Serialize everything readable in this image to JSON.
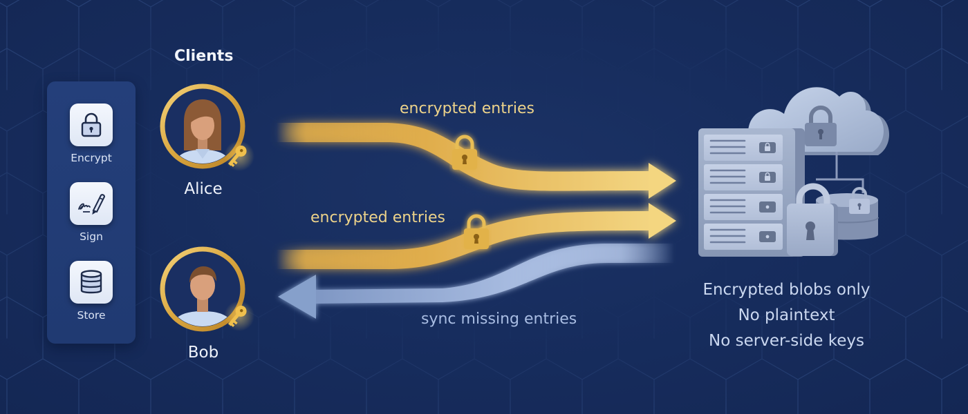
{
  "diagram": {
    "sidebar": {
      "items": [
        {
          "label": "Encrypt",
          "icon": "lock-icon"
        },
        {
          "label": "Sign",
          "icon": "signature-pen-icon"
        },
        {
          "label": "Store",
          "icon": "database-icon"
        }
      ]
    },
    "clients": {
      "title": "Clients",
      "items": [
        {
          "name": "Alice",
          "icon": "female-user-avatar-icon",
          "badge": "key-icon"
        },
        {
          "name": "Bob",
          "icon": "male-user-avatar-icon",
          "badge": "key-icon"
        }
      ]
    },
    "flows": [
      {
        "label": "encrypted entries",
        "from": "Alice",
        "to": "Server",
        "color": "#e8b94f",
        "icon": "lock-icon"
      },
      {
        "label": "encrypted entries",
        "from": "Bob",
        "to": "Server",
        "color": "#e8b94f",
        "icon": "lock-icon"
      },
      {
        "label": "sync missing entries",
        "from": "Server",
        "to": "Bob",
        "color": "#9fb3d9"
      }
    ],
    "server": {
      "icon": "cloud-server-storage-icon",
      "notes": [
        "Encrypted blobs only",
        "No plaintext",
        "No server-side keys"
      ]
    },
    "colors": {
      "background": "#172d5e",
      "gold": "#e8b94f",
      "blue_flow": "#9fb3d9",
      "server_gray": "#8d9bb8"
    }
  }
}
